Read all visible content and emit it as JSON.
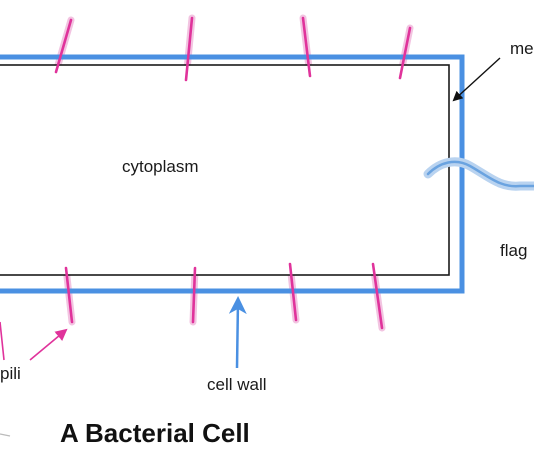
{
  "title": "A Bacterial Cell",
  "labels": {
    "cytoplasm": "cytoplasm",
    "membrane_partial": "me",
    "flagellum_partial": "flag",
    "pili_partial": "pili",
    "cell_wall": "cell wall"
  },
  "colors": {
    "cell_wall": "#4a90e2",
    "membrane": "#1a1a1a",
    "pili": "#e0339b",
    "pili_glow": "#f0b6da",
    "flagellum": "#6aa3e0",
    "flagellum_glow": "#b9d3f0",
    "arrow_black": "#111111",
    "arrow_pink": "#e0339b",
    "arrow_blue": "#4a90e2"
  },
  "icons": {
    "pili": "pilus-stroke",
    "flagellum": "flagellum-wave",
    "arrows": "pointer-arrow"
  }
}
